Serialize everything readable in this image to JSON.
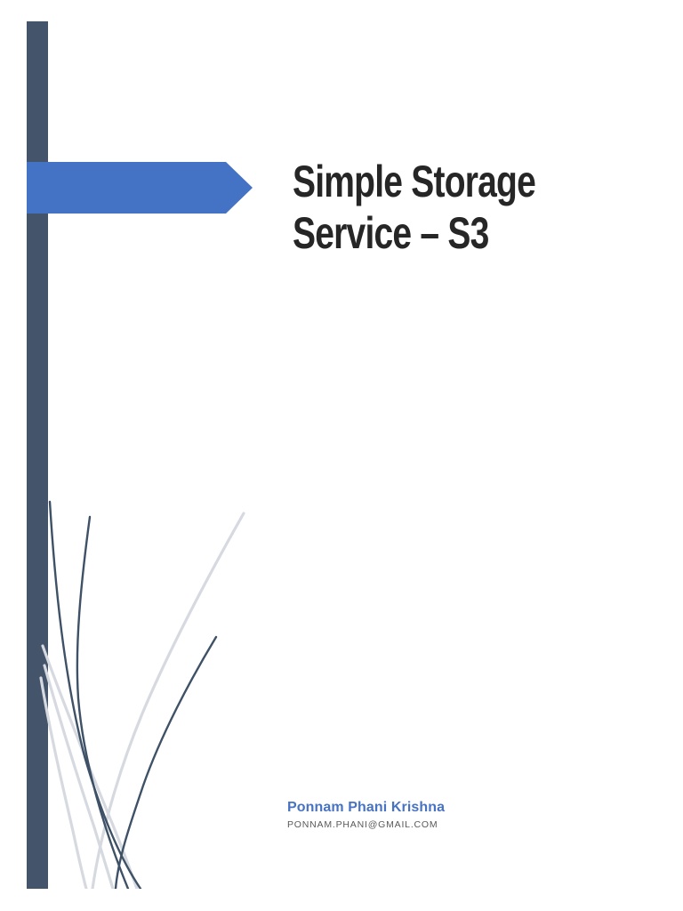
{
  "page": {
    "type": "document-cover-page",
    "background": "#ffffff"
  },
  "cover": {
    "title": "Simple Storage Service – S3",
    "title_lines": [
      "Simple Storage",
      "Service – S3"
    ],
    "author": {
      "name": "Ponnam Phani Krishna",
      "email": "PONNAM.PHANI@GMAIL.COM"
    }
  },
  "colors": {
    "accent_bar": "#44546A",
    "arrow_banner": "#4472C4",
    "title_text": "#262626",
    "author_name_text": "#4873C2",
    "author_email_text": "#595959",
    "flourish_dark": "#3E5166",
    "flourish_light": "#D6DAE0"
  },
  "decor": {
    "accent_bar_shape": "vertical-bar",
    "arrow_shape": "right-pointing-arrow-banner",
    "flourish_shape": "crossing-curved-lines-bottom-left"
  }
}
